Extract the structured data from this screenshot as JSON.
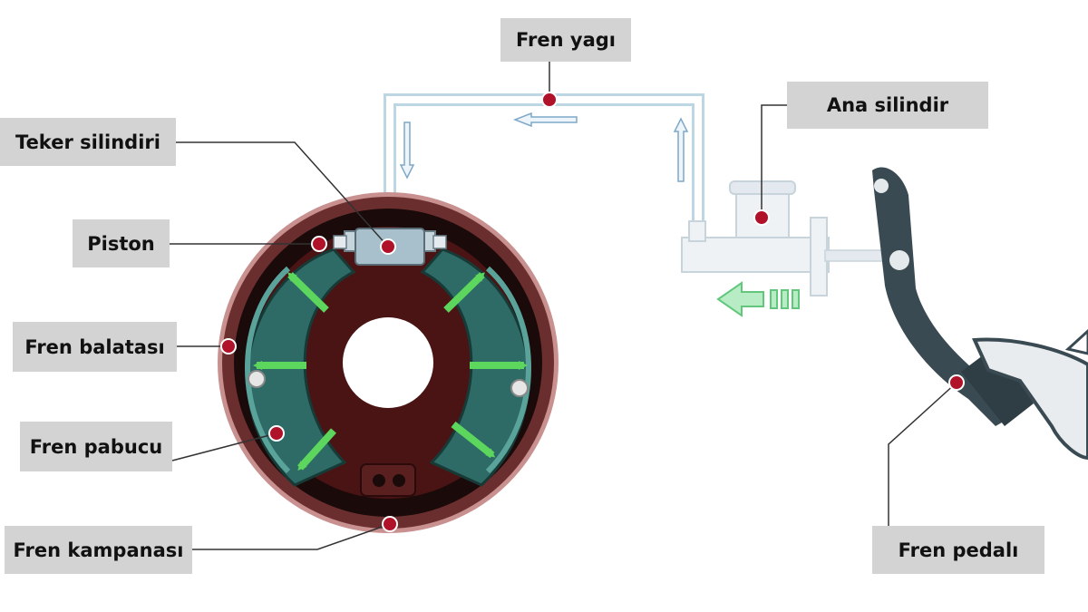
{
  "labels": {
    "fren_yagi": "Fren yagı",
    "ana_silindir": "Ana silindir",
    "teker_silindiri": "Teker silindiri",
    "piston": "Piston",
    "fren_balatasi": "Fren balatası",
    "fren_pabucu": "Fren pabucu",
    "fren_kampanasi": "Fren kampanası",
    "fren_pedali": "Fren pedalı"
  },
  "colors": {
    "label_background": "#d3d3d3",
    "callout_line": "#333333",
    "callout_dot": "#b0122a",
    "drum_rim": "#8a4a4a",
    "drum_inner": "#1a0a0a",
    "brake_shoe": "#2e6b66",
    "backing_plate": "#4a1414",
    "force_arrow": "#5cd65c",
    "fluid_pipe": "#bcd6e4",
    "flow_arrow": "#a9c6dd",
    "pedal": "#3a4a52"
  }
}
